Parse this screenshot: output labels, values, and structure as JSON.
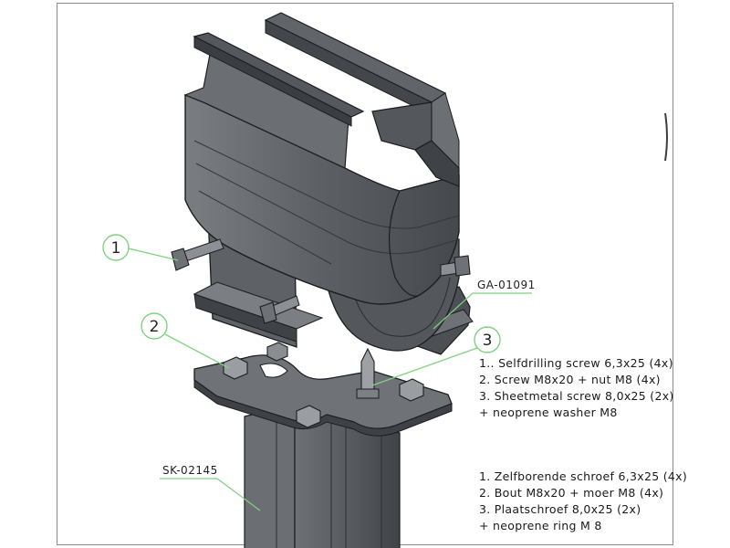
{
  "callouts": {
    "c1": "1",
    "c2": "2",
    "c3": "3"
  },
  "labels": {
    "part_top": "GA-01091",
    "part_bottom": "SK-02145"
  },
  "notes_en": [
    "1.. Selfdrilling screw 6,3x25 (4x)",
    "2. Screw M8x20 + nut M8 (4x)",
    "3. Sheetmetal screw 8,0x25 (2x)",
    "+ neoprene washer M8"
  ],
  "notes_nl": [
    "1. Zelfborende schroef 6,3x25 (4x)",
    "2. Bout M8x20 + moer M8 (4x)",
    "3. Plaatschroef 8,0x25 (2x)",
    "+ neoprene ring M 8"
  ],
  "colors": {
    "part_fill": "#5d6166",
    "part_dark": "#3e4247",
    "part_light": "#7f8388",
    "edge": "#1b1d20",
    "leader": "#7fd27f"
  }
}
